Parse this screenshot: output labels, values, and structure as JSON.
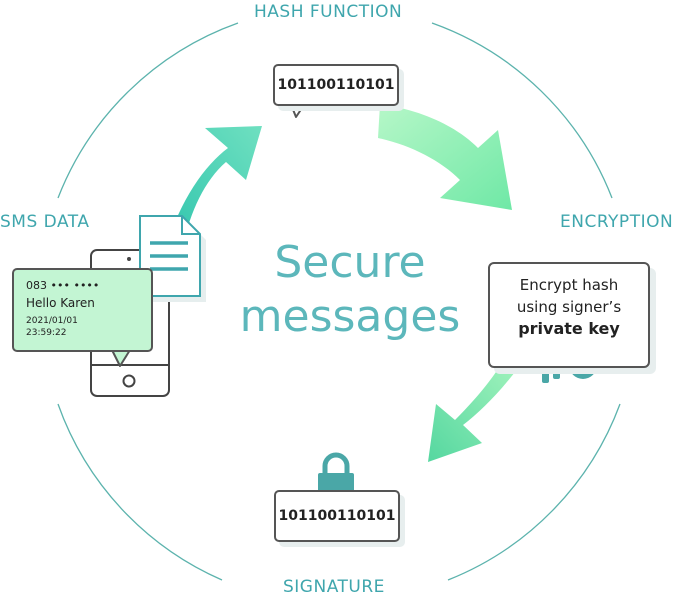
{
  "labels": {
    "hash_function": "HASH FUNCTION",
    "sms_data": "SMS DATA",
    "encryption": "ENCRYPTION",
    "signature": "SIGNATURE"
  },
  "center": {
    "line1": "Secure",
    "line2": "messages"
  },
  "hash_box": {
    "value": "101100110101"
  },
  "signature_box": {
    "value": "101100110101"
  },
  "encrypt_box": {
    "line1": "Encrypt hash",
    "line2": "using signer’s",
    "line3": "private key"
  },
  "sms": {
    "number": "083 ••• ••••",
    "greeting": "Hello Karen",
    "date": "2021/01/01",
    "time": "23:59:22"
  },
  "icons": [
    "phone-icon",
    "document-icon",
    "key-icon",
    "padlock-icon",
    "arrow-icon"
  ],
  "colors": {
    "accent_teal": "#3fa6ad",
    "arrow_green": "#8ff0b0",
    "arrow_teal": "#35c8ad",
    "bubble_green": "#c3f5d3",
    "lock_teal": "#4aa7a7"
  }
}
